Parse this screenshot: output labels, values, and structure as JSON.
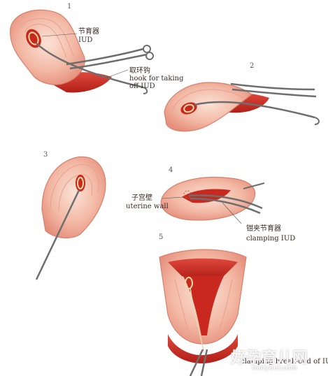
{
  "steps": {
    "s1": "1",
    "s2": "2",
    "s3": "3",
    "s4": "4",
    "s5": "5"
  },
  "labels": {
    "iud_cn": "节育器",
    "iud_en": "IUD",
    "hook_cn": "取环钩",
    "hook_en_1": "hook for taking",
    "hook_en_2": "off IUD",
    "wall_cn": "子宫壁",
    "wall_en": "uterine wall",
    "clamp_cn": "钳夹节育器",
    "clamp_en": "clamping IUD",
    "break_en": "clamping break-end of IUD"
  },
  "watermark": {
    "text": "好孕育儿网",
    "url": "mmyuer.com"
  },
  "colors": {
    "flesh_light": "#f6c7b5",
    "flesh_mid": "#ec9a86",
    "flesh_dark": "#c9524a",
    "cavity_red": "#c8281e",
    "instrument": "#6e6e6e"
  }
}
